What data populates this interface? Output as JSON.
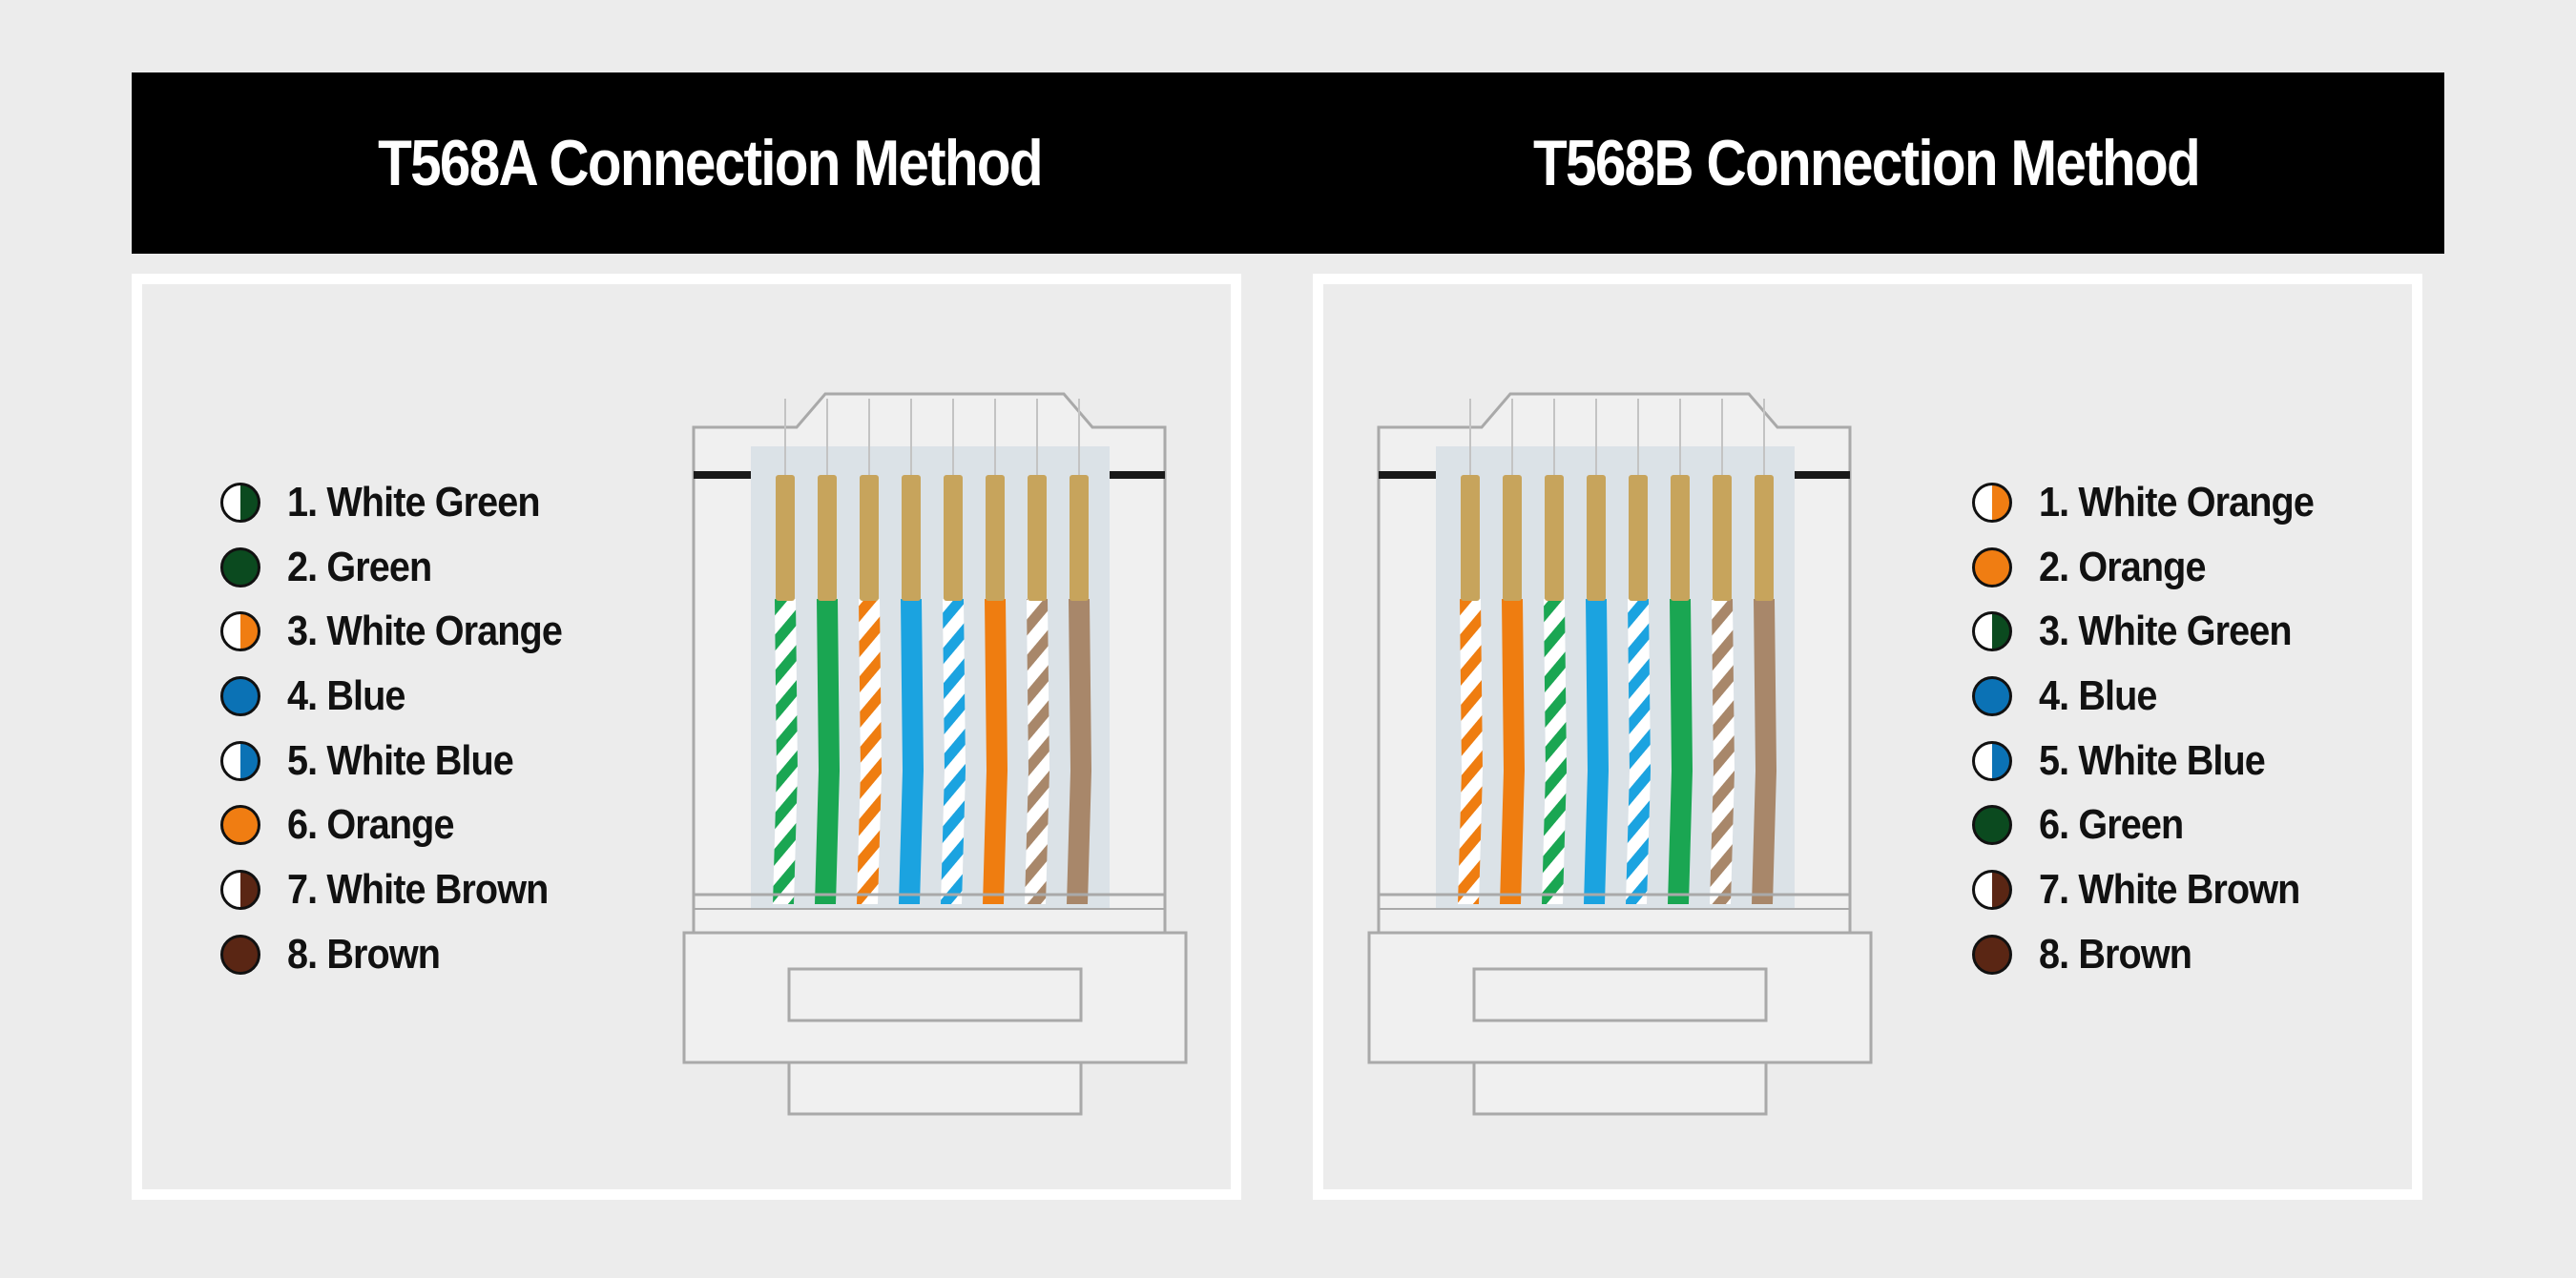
{
  "header": {
    "left_title": "T568A Connection Method",
    "right_title": "T568B Connection Method"
  },
  "colors": {
    "white": "#ffffff",
    "green": "#0b4a1f",
    "orange": "#f07d12",
    "blue": "#0b72b5",
    "brown": "#5a2614",
    "wire_green": "#1aa652",
    "wire_orange": "#ef7d10",
    "wire_blue": "#1ba3e0",
    "wire_brown": "#a8876a",
    "contact_gold": "#c7a45c",
    "header_bg": "#000000"
  },
  "t568a": {
    "title": "T568A Connection Method",
    "pins": [
      {
        "label": "1. White Green",
        "color": "green",
        "striped": true
      },
      {
        "label": "2. Green",
        "color": "green",
        "striped": false
      },
      {
        "label": "3. White Orange",
        "color": "orange",
        "striped": true
      },
      {
        "label": "4. Blue",
        "color": "blue",
        "striped": false
      },
      {
        "label": "5. White Blue",
        "color": "blue",
        "striped": true
      },
      {
        "label": "6. Orange",
        "color": "orange",
        "striped": false
      },
      {
        "label": "7. White Brown",
        "color": "brown",
        "striped": true
      },
      {
        "label": "8. Brown",
        "color": "brown",
        "striped": false
      }
    ]
  },
  "t568b": {
    "title": "T568B Connection Method",
    "pins": [
      {
        "label": "1. White Orange",
        "color": "orange",
        "striped": true
      },
      {
        "label": "2. Orange",
        "color": "orange",
        "striped": false
      },
      {
        "label": "3. White Green",
        "color": "green",
        "striped": true
      },
      {
        "label": "4. Blue",
        "color": "blue",
        "striped": false
      },
      {
        "label": "5. White Blue",
        "color": "blue",
        "striped": true
      },
      {
        "label": "6. Green",
        "color": "green",
        "striped": false
      },
      {
        "label": "7. White Brown",
        "color": "brown",
        "striped": true
      },
      {
        "label": "8. Brown",
        "color": "brown",
        "striped": false
      }
    ]
  }
}
